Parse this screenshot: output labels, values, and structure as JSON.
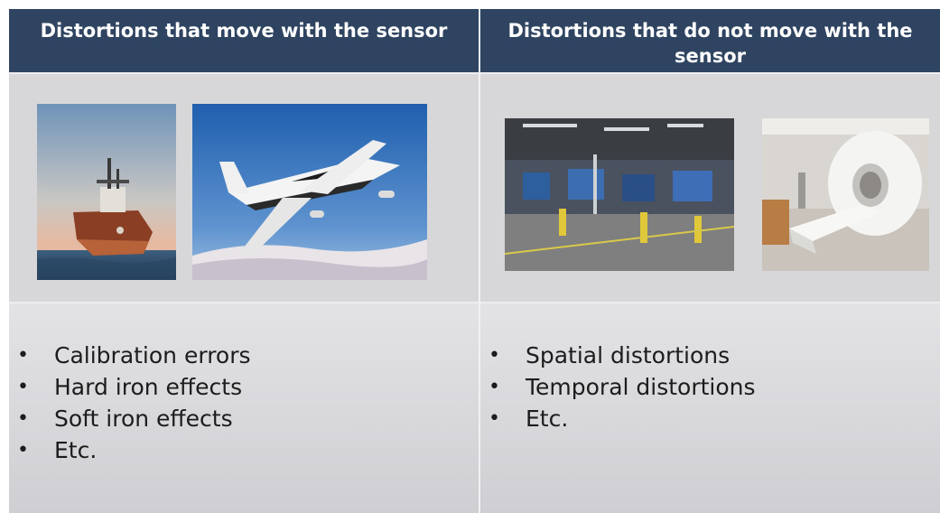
{
  "left": {
    "header": "Distortions that move with the sensor",
    "images": [
      "ship-photo",
      "airplane-photo"
    ],
    "bullets": [
      "Calibration errors",
      "Hard iron effects",
      "Soft iron effects",
      "Etc."
    ]
  },
  "right": {
    "header": "Distortions that do not move with the sensor",
    "images": [
      "factory-floor-photo",
      "mri-scanner-photo"
    ],
    "bullets": [
      "Spatial distortions",
      "Temporal distortions",
      "Etc."
    ]
  },
  "colors": {
    "header_bg": "#2f4460",
    "header_text": "#ffffff",
    "cell_bg": "#d7d7da"
  },
  "bullet_glyph": "•"
}
